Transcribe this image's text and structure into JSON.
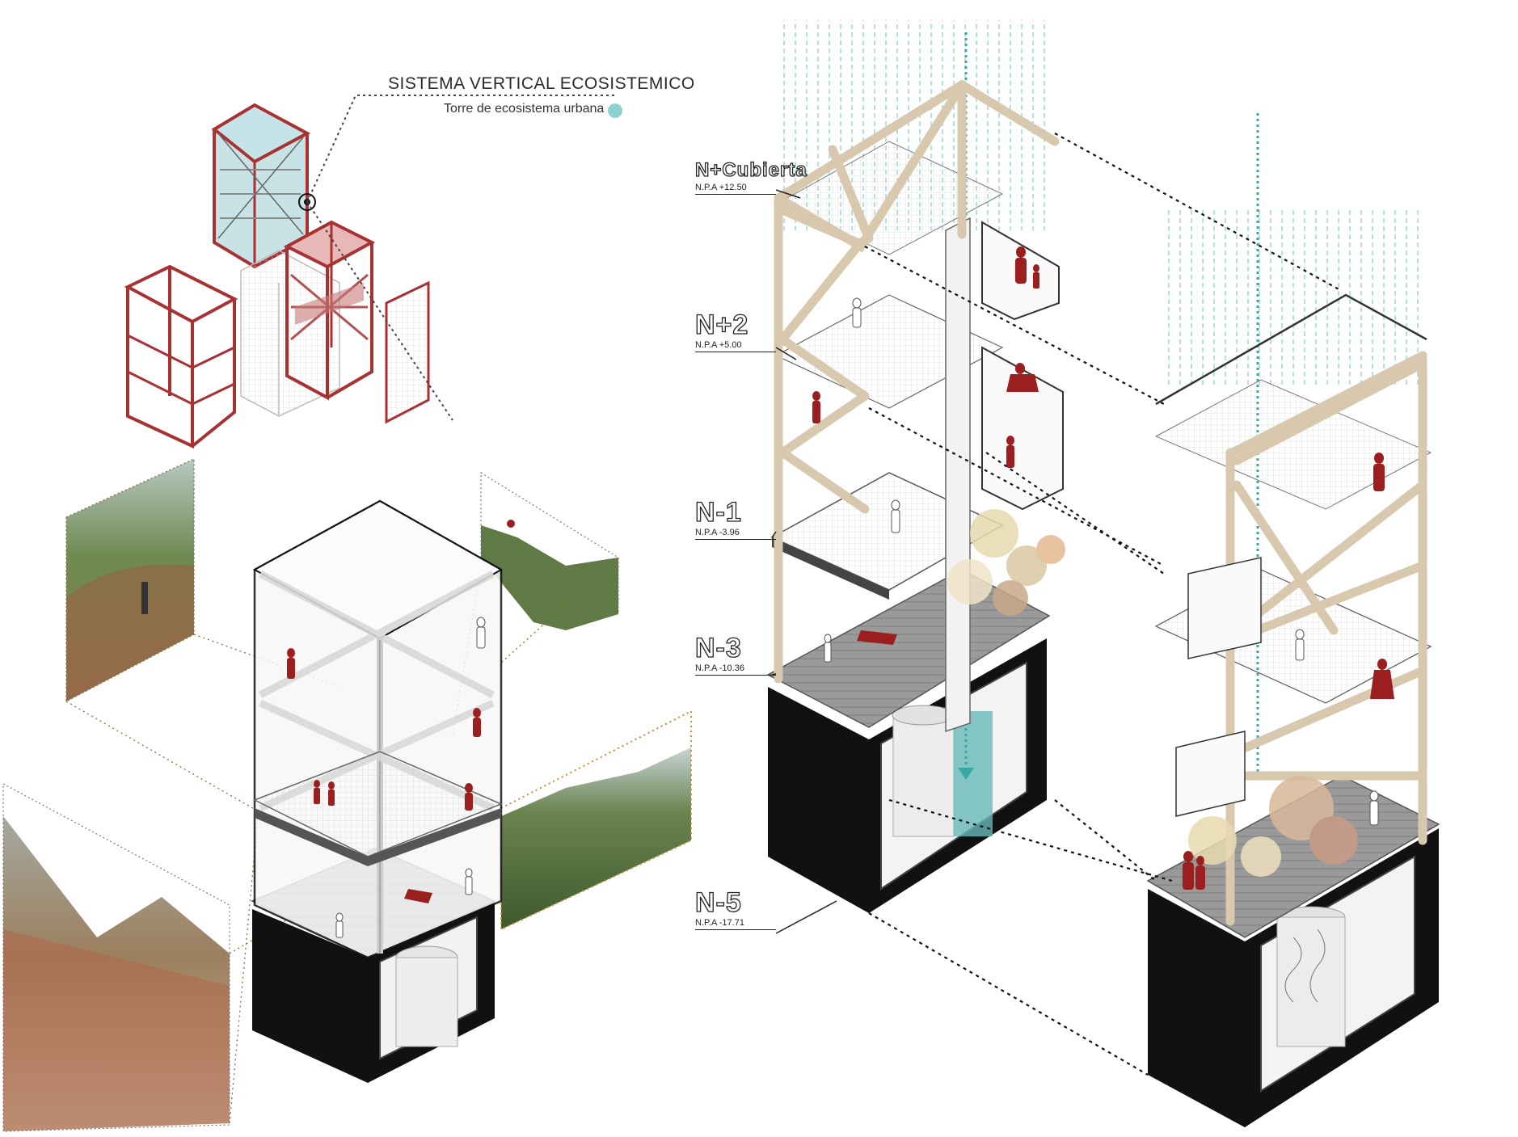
{
  "legend": {
    "title": "SISTEMA VERTICAL ECOSISTEMICO",
    "subtitle": "Torre de ecosistema urbana",
    "dot_color": "#8fd0d0"
  },
  "levels": [
    {
      "id": "cubierta",
      "name": "N+Cubierta",
      "height": "N.P.A +12.50"
    },
    {
      "id": "n2",
      "name": "N+2",
      "height": "N.P.A +5.00"
    },
    {
      "id": "n1",
      "name": "N-1",
      "height": "N.P.A -3.96"
    },
    {
      "id": "n3",
      "name": "N-3",
      "height": "N.P.A -10.36"
    },
    {
      "id": "n5",
      "name": "N-5",
      "height": "N.P.A -17.71"
    }
  ],
  "colors": {
    "structure_red": "#a83232",
    "timber": "#d8c9ae",
    "water": "#5fb8b8",
    "figure_red": "#9b1f1f",
    "base_black": "#111111"
  }
}
